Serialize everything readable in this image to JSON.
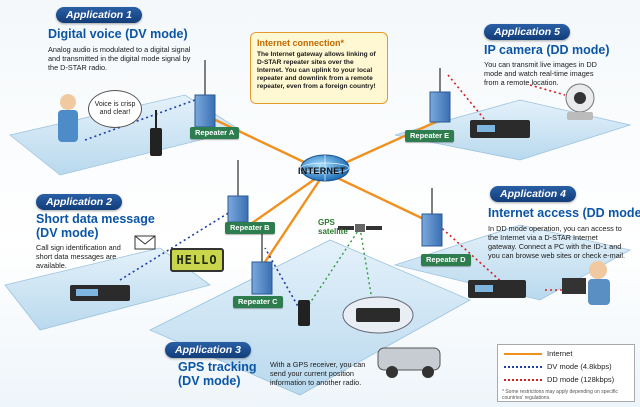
{
  "internet_connection": {
    "title": "Internet connection*",
    "text": "The Internet gateway allows linking of D-STAR repeater sites over the Internet. You can uplink to your local repeater and downlink from a remote repeater, even from a foreign country!"
  },
  "internet_label": "INTERNET",
  "gps_satellite_label": "GPS satellite",
  "apps": [
    {
      "tab": "Application 1",
      "title": "Digital voice (DV mode)",
      "desc": "Analog audio is modulated to a digital signal and transmitted in the digital mode signal by the D-STAR radio."
    },
    {
      "tab": "Application 2",
      "title": "Short data message (DV mode)",
      "desc": "Call sign identification and short data messages are available."
    },
    {
      "tab": "Application 3",
      "title": "GPS tracking (DV mode)",
      "desc": "With a GPS receiver, you can send your current position information to another radio."
    },
    {
      "tab": "Application 4",
      "title": "Internet access (DD mode)*",
      "desc": "In DD mode operation, you can access to the Internet via a D-STAR Internet gateway. Connect a PC with the ID-1 and you can browse web sites or check e-mail."
    },
    {
      "tab": "Application 5",
      "title": "IP camera (DD mode)",
      "desc": "You can transmit live images in DD mode and watch real-time images from a remote location."
    }
  ],
  "repeaters": {
    "a": "Repeater A",
    "b": "Repeater B",
    "c": "Repeater C",
    "d": "Repeater D",
    "e": "Repeater E"
  },
  "speech_bubble": "Voice is crisp and clear!",
  "lcd_text": "HELLO",
  "legend": {
    "items": [
      {
        "label": "Internet",
        "color": "#f0901e",
        "style": "solid"
      },
      {
        "label": "DV mode (4.8kbps)",
        "color": "#1c3fa8",
        "style": "dotted"
      },
      {
        "label": "DD mode (128kbps)",
        "color": "#d42020",
        "style": "dotted"
      }
    ],
    "footnote": "* Some restrictions may apply depending on specific countries' regulations."
  }
}
